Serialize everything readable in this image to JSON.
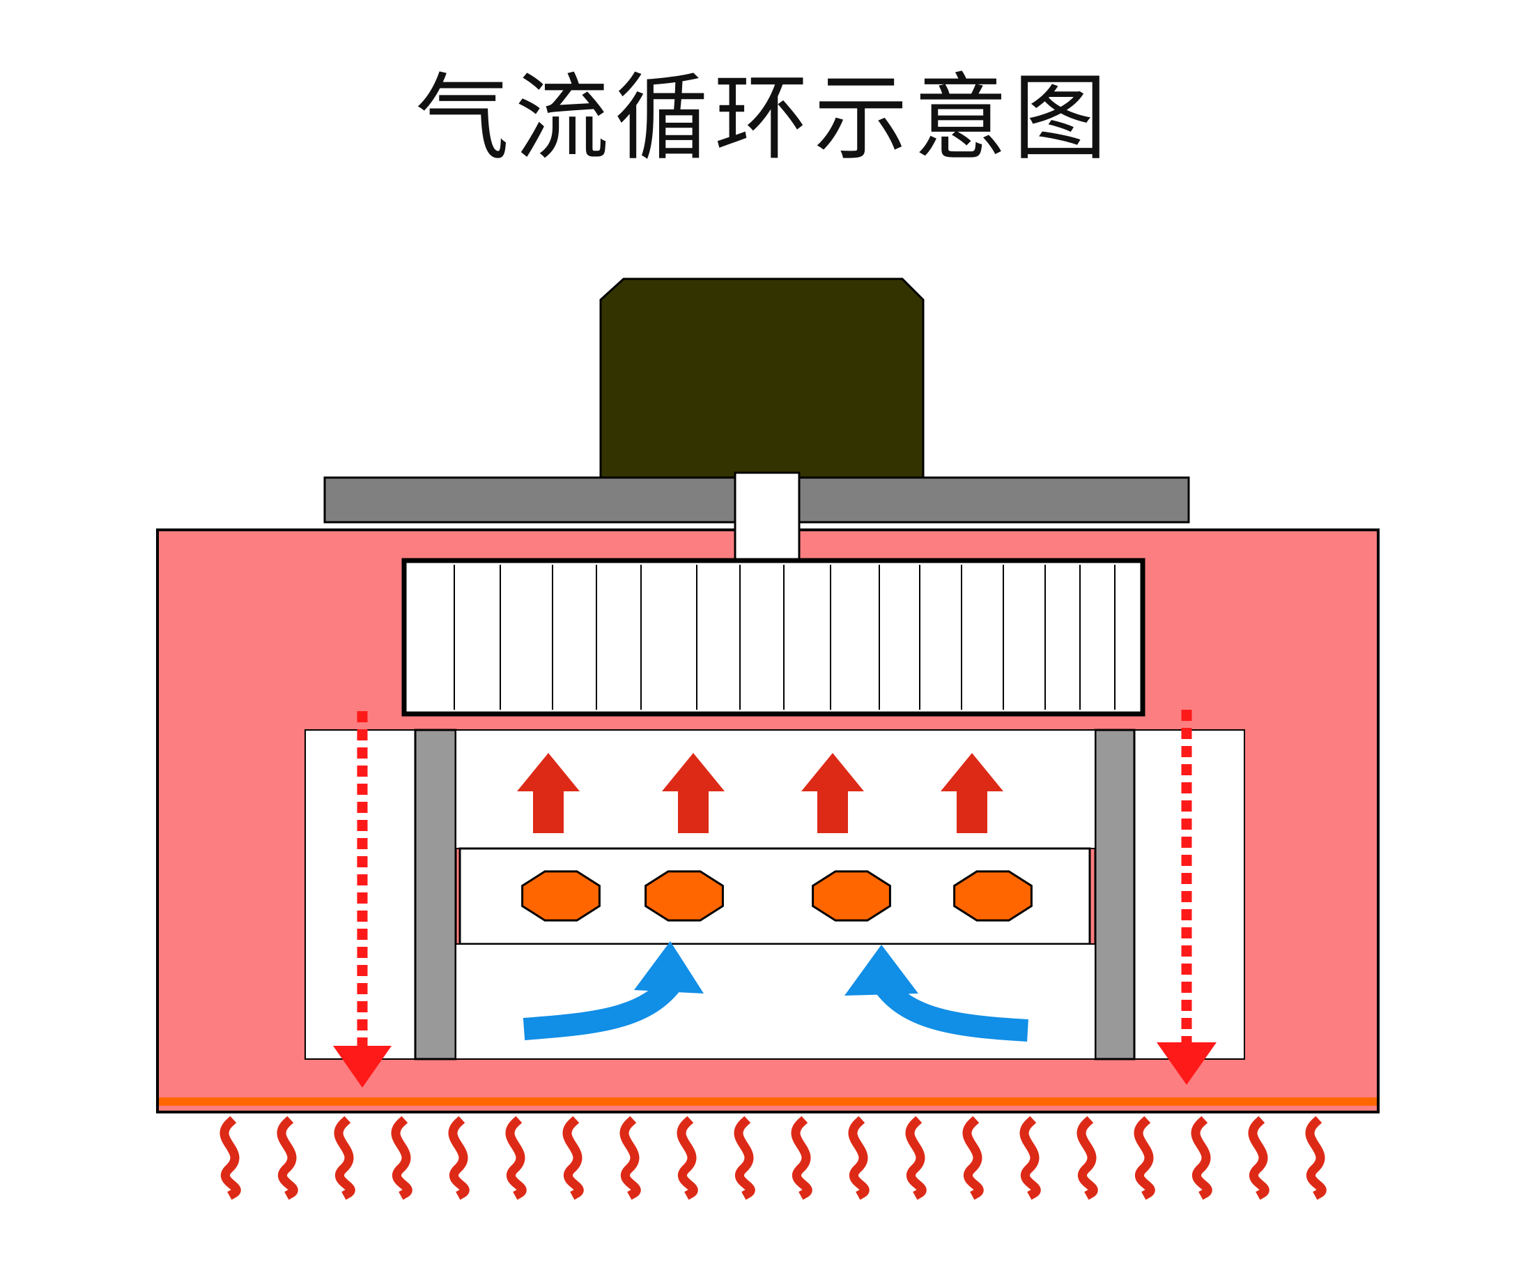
{
  "title": "气流循环示意图",
  "colors": {
    "chamber": "#fd7e80",
    "motor": "#333300",
    "plate": "#808080",
    "column": "#999999",
    "up_arrow": "#dd2a17",
    "down_arrow": "#ff1a1a",
    "food": "#ff6600",
    "inflow_arrow": "#118ee6",
    "heat_wave": "#dd2a17",
    "heat_strip": "#ff6600",
    "outline": "#000000",
    "panel": "#ffffff"
  },
  "components": {
    "motor": "motor",
    "mount_plate": "mount-plate",
    "fan": "fan-impeller",
    "chamber": "heating-chamber",
    "heat_source": "heat-waves"
  },
  "counts": {
    "up_arrows": 4,
    "food_items": 4,
    "heat_waves": 20
  }
}
